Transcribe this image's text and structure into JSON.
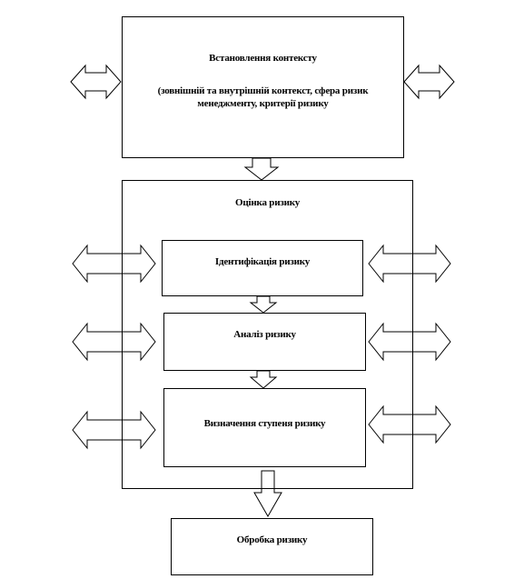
{
  "context": {
    "title": "Встановлення контексту",
    "details": "(зовнішній та внутрішній контекст, сфера ризик менеджменту, критерії ризику"
  },
  "assessment": {
    "title": "Оцінка ризику",
    "identification": "Ідентифікація ризику",
    "analysis": "Аналіз ризику",
    "evaluation": "Визначення ступеня ризику"
  },
  "treatment": {
    "title": "Обробка ризику"
  }
}
